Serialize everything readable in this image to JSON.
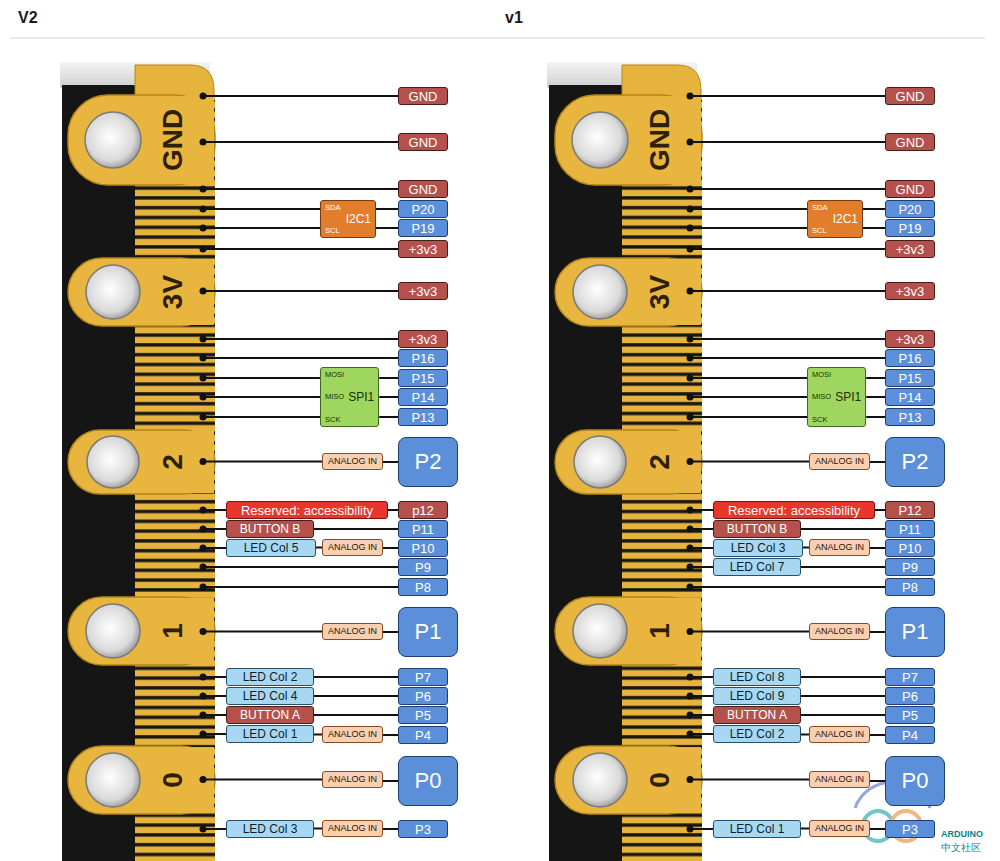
{
  "diagram": {
    "nodes": [
      {
        "text": [
          "GND"
        ]
      },
      {
        "text": [
          "GND"
        ]
      },
      {
        "text": [
          "GND"
        ]
      },
      {
        "text": [
          "SDA",
          "SCL",
          "I2C1"
        ]
      },
      {
        "text": [
          "P20"
        ]
      },
      {
        "text": [
          "P19"
        ]
      },
      {
        "text": [
          "+3v3"
        ]
      },
      {
        "text": [
          "+3v3"
        ]
      },
      {
        "text": [
          "+3v3"
        ]
      },
      {
        "text": [
          "P16"
        ]
      },
      {
        "text": [
          "MOSI",
          "MISO",
          "SCK",
          "SPI1"
        ]
      },
      {
        "text": [
          "P15"
        ]
      },
      {
        "text": [
          "P14"
        ]
      },
      {
        "text": [
          "P13"
        ]
      },
      {
        "text": [
          "ANALOG IN"
        ]
      },
      {
        "text": [
          "P2"
        ]
      },
      {
        "text": [
          "Reserved: accessibility"
        ]
      },
      {
        "text": [
          "p12"
        ]
      },
      {
        "text": [
          "BUTTON B"
        ]
      },
      {
        "text": [
          "P11"
        ]
      },
      {
        "text": [
          "LED Col 5"
        ]
      },
      {
        "text": [
          "ANALOG IN"
        ]
      },
      {
        "text": [
          "P10"
        ]
      },
      {
        "text": [
          "P9"
        ]
      },
      {
        "text": [
          "P8"
        ]
      },
      {
        "text": [
          "ANALOG IN"
        ]
      },
      {
        "text": [
          "P1"
        ]
      },
      {
        "text": [
          "LED Col 2"
        ]
      },
      {
        "text": [
          "P7"
        ]
      },
      {
        "text": [
          "LED Col 4"
        ]
      },
      {
        "text": [
          "P6"
        ]
      },
      {
        "text": [
          "BUTTON A"
        ]
      },
      {
        "text": [
          "P5"
        ]
      },
      {
        "text": [
          "LED Col 1"
        ]
      },
      {
        "text": [
          "ANALOG IN"
        ]
      },
      {
        "text": [
          "P4"
        ]
      },
      {
        "text": [
          "ANALOG IN"
        ]
      },
      {
        "text": [
          "P0"
        ]
      },
      {
        "text": [
          "LED Col 3"
        ]
      },
      {
        "text": [
          "ANALOG IN"
        ]
      },
      {
        "text": [
          "P3"
        ]
      },
      {
        "text": [
          "GND"
        ]
      },
      {
        "text": [
          "GND"
        ]
      },
      {
        "text": [
          "GND"
        ]
      },
      {
        "text": [
          "SDA",
          "SCL",
          "I2C1"
        ]
      },
      {
        "text": [
          "P20"
        ]
      },
      {
        "text": [
          "P19"
        ]
      },
      {
        "text": [
          "+3v3"
        ]
      },
      {
        "text": [
          "+3v3"
        ]
      },
      {
        "text": [
          "+3v3"
        ]
      },
      {
        "text": [
          "P16"
        ]
      },
      {
        "text": [
          "MOSI",
          "MISO",
          "SCK",
          "SPI1"
        ]
      },
      {
        "text": [
          "P15"
        ]
      },
      {
        "text": [
          "P14"
        ]
      },
      {
        "text": [
          "P13"
        ]
      },
      {
        "text": [
          "ANALOG IN"
        ]
      },
      {
        "text": [
          "P2"
        ]
      },
      {
        "text": [
          "Reserved: accessibility"
        ]
      },
      {
        "text": [
          "P12"
        ]
      },
      {
        "text": [
          "BUTTON B"
        ]
      },
      {
        "text": [
          "P11"
        ]
      },
      {
        "text": [
          "LED Col 3"
        ]
      },
      {
        "text": [
          "ANALOG IN"
        ]
      },
      {
        "text": [
          "P10"
        ]
      },
      {
        "text": [
          "LED Col 7"
        ]
      },
      {
        "text": [
          "P9"
        ]
      },
      {
        "text": [
          "P8"
        ]
      },
      {
        "text": [
          "ANALOG IN"
        ]
      },
      {
        "text": [
          "P1"
        ]
      },
      {
        "text": [
          "LED Col 8"
        ]
      },
      {
        "text": [
          "P7"
        ]
      },
      {
        "text": [
          "LED Col 9"
        ]
      },
      {
        "text": [
          "P6"
        ]
      },
      {
        "text": [
          "BUTTON A"
        ]
      },
      {
        "text": [
          "P5"
        ]
      },
      {
        "text": [
          "LED Col 2"
        ]
      },
      {
        "text": [
          "ANALOG IN"
        ]
      },
      {
        "text": [
          "P4"
        ]
      },
      {
        "text": [
          "ANALOG IN"
        ]
      },
      {
        "text": [
          "P0"
        ]
      },
      {
        "text": [
          "LED Col 1"
        ]
      },
      {
        "text": [
          "ANALOG IN"
        ]
      },
      {
        "text": [
          "P3"
        ]
      }
    ],
    "edges": [
      {
        "from": 3,
        "to": 4,
        "arrow": "none"
      },
      {
        "from": 3,
        "to": 5,
        "arrow": "none"
      },
      {
        "from": 10,
        "to": 11,
        "arrow": "none"
      },
      {
        "from": 10,
        "to": 12,
        "arrow": "none"
      },
      {
        "from": 10,
        "to": 13,
        "arrow": "none"
      },
      {
        "from": 14,
        "to": 15,
        "arrow": "none"
      },
      {
        "from": 16,
        "to": 17,
        "arrow": "none"
      },
      {
        "from": 18,
        "to": 19,
        "arrow": "none"
      },
      {
        "from": 20,
        "to": 21,
        "arrow": "none"
      },
      {
        "from": 21,
        "to": 22,
        "arrow": "none"
      },
      {
        "from": 25,
        "to": 26,
        "arrow": "none"
      },
      {
        "from": 27,
        "to": 28,
        "arrow": "none"
      },
      {
        "from": 29,
        "to": 30,
        "arrow": "none"
      },
      {
        "from": 31,
        "to": 32,
        "arrow": "none"
      },
      {
        "from": 33,
        "to": 34,
        "arrow": "none"
      },
      {
        "from": 34,
        "to": 35,
        "arrow": "none"
      },
      {
        "from": 36,
        "to": 37,
        "arrow": "none"
      },
      {
        "from": 38,
        "to": 39,
        "arrow": "none"
      },
      {
        "from": 39,
        "to": 40,
        "arrow": "none"
      },
      {
        "from": 44,
        "to": 45,
        "arrow": "none"
      },
      {
        "from": 44,
        "to": 46,
        "arrow": "none"
      },
      {
        "from": 51,
        "to": 52,
        "arrow": "none"
      },
      {
        "from": 51,
        "to": 53,
        "arrow": "none"
      },
      {
        "from": 51,
        "to": 54,
        "arrow": "none"
      },
      {
        "from": 55,
        "to": 56,
        "arrow": "none"
      },
      {
        "from": 57,
        "to": 58,
        "arrow": "none"
      },
      {
        "from": 59,
        "to": 60,
        "arrow": "none"
      },
      {
        "from": 61,
        "to": 62,
        "arrow": "none"
      },
      {
        "from": 62,
        "to": 63,
        "arrow": "none"
      },
      {
        "from": 64,
        "to": 65,
        "arrow": "none"
      },
      {
        "from": 67,
        "to": 68,
        "arrow": "none"
      },
      {
        "from": 69,
        "to": 70,
        "arrow": "none"
      },
      {
        "from": 71,
        "to": 72,
        "arrow": "none"
      },
      {
        "from": 73,
        "to": 74,
        "arrow": "none"
      },
      {
        "from": 75,
        "to": 76,
        "arrow": "none"
      },
      {
        "from": 76,
        "to": 77,
        "arrow": "none"
      },
      {
        "from": 78,
        "to": 79,
        "arrow": "none"
      },
      {
        "from": 80,
        "to": 81,
        "arrow": "none"
      },
      {
        "from": 81,
        "to": 82,
        "arrow": "none"
      }
    ],
    "labels": [
      "V2",
      "v1",
      "GND",
      "3V",
      "2",
      "1",
      "0",
      "GND",
      "3V",
      "2",
      "1",
      "0",
      "ARDUINO",
      "中文社区"
    ]
  }
}
